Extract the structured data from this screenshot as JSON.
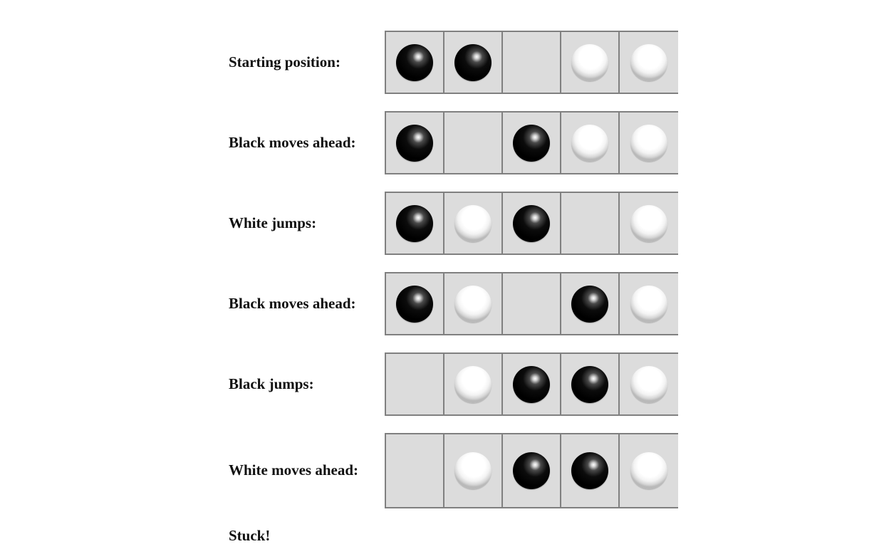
{
  "steps": [
    {
      "label": "Starting position:",
      "cells": [
        "black",
        "black",
        "empty",
        "white",
        "white"
      ]
    },
    {
      "label": "Black moves ahead:",
      "cells": [
        "black",
        "empty",
        "black",
        "white",
        "white"
      ]
    },
    {
      "label": "White jumps:",
      "cells": [
        "black",
        "white",
        "black",
        "empty",
        "white"
      ]
    },
    {
      "label": "Black moves ahead:",
      "cells": [
        "black",
        "white",
        "empty",
        "black",
        "white"
      ]
    },
    {
      "label": "Black jumps:",
      "cells": [
        "empty",
        "white",
        "black",
        "black",
        "white"
      ]
    },
    {
      "label": "White moves ahead:",
      "cells": [
        "empty",
        "white",
        "black",
        "black",
        "white"
      ]
    }
  ],
  "final_text": "Stuck!",
  "colors": {
    "board_bg": "#dcdcdc",
    "board_border": "#808080"
  }
}
